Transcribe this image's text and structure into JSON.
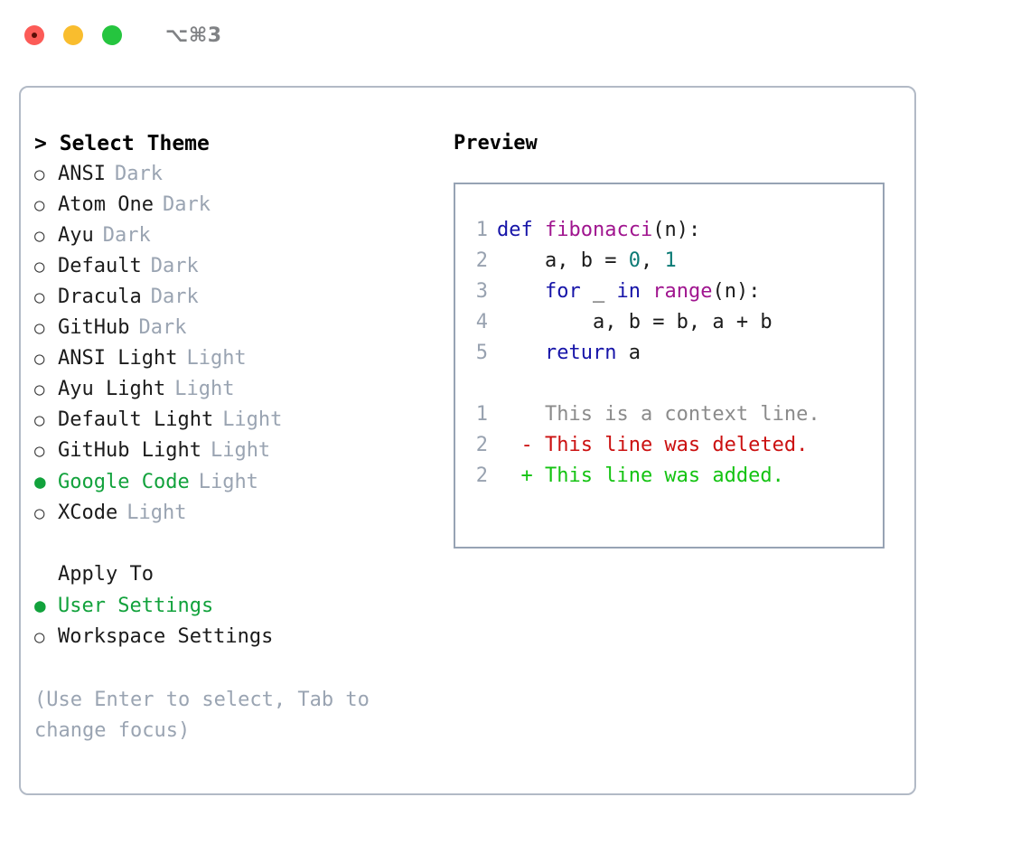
{
  "window": {
    "title": "⌥⌘3",
    "traffic_lights": [
      {
        "name": "close",
        "color": "#fc5b57"
      },
      {
        "name": "minimize",
        "color": "#f9bd2e"
      },
      {
        "name": "maximize",
        "color": "#25c53f"
      }
    ]
  },
  "theme_list": {
    "header": "> Select Theme",
    "selected_color": "#12a23c",
    "items": [
      {
        "label": "ANSI",
        "tag": "Dark",
        "selected": false,
        "bullet": "○"
      },
      {
        "label": "Atom One",
        "tag": "Dark",
        "selected": false,
        "bullet": "○"
      },
      {
        "label": "Ayu",
        "tag": "Dark",
        "selected": false,
        "bullet": "○"
      },
      {
        "label": "Default",
        "tag": "Dark",
        "selected": false,
        "bullet": "○"
      },
      {
        "label": "Dracula",
        "tag": "Dark",
        "selected": false,
        "bullet": "○"
      },
      {
        "label": "GitHub",
        "tag": "Dark",
        "selected": false,
        "bullet": "○"
      },
      {
        "label": "ANSI Light",
        "tag": "Light",
        "selected": false,
        "bullet": "○"
      },
      {
        "label": "Ayu Light",
        "tag": "Light",
        "selected": false,
        "bullet": "○"
      },
      {
        "label": "Default Light",
        "tag": "Light",
        "selected": false,
        "bullet": "○"
      },
      {
        "label": "GitHub Light",
        "tag": "Light",
        "selected": false,
        "bullet": "○"
      },
      {
        "label": "Google Code",
        "tag": "Light",
        "selected": true,
        "bullet": "●"
      },
      {
        "label": "XCode",
        "tag": "Light",
        "selected": false,
        "bullet": "○"
      }
    ]
  },
  "apply_to": {
    "header": "Apply To",
    "items": [
      {
        "label": "User Settings",
        "selected": true,
        "bullet": "●"
      },
      {
        "label": "Workspace Settings",
        "selected": false,
        "bullet": "○"
      }
    ]
  },
  "hint": "(Use Enter to select, Tab to change focus)",
  "preview": {
    "title": "Preview",
    "code_lines": [
      {
        "num": "1",
        "indent": "",
        "tokens": [
          {
            "t": "def",
            "c": "kw"
          },
          {
            "t": " ",
            "c": "pl"
          },
          {
            "t": "fibonacci",
            "c": "fn"
          },
          {
            "t": "(n):",
            "c": "pl"
          }
        ]
      },
      {
        "num": "2",
        "indent": "    ",
        "tokens": [
          {
            "t": "a, b = ",
            "c": "pl"
          },
          {
            "t": "0",
            "c": "num"
          },
          {
            "t": ", ",
            "c": "pl"
          },
          {
            "t": "1",
            "c": "num"
          }
        ]
      },
      {
        "num": "3",
        "indent": "    ",
        "tokens": [
          {
            "t": "for",
            "c": "kw"
          },
          {
            "t": " _ ",
            "c": "pl"
          },
          {
            "t": "in",
            "c": "kw"
          },
          {
            "t": " ",
            "c": "pl"
          },
          {
            "t": "range",
            "c": "fn"
          },
          {
            "t": "(n):",
            "c": "pl"
          }
        ]
      },
      {
        "num": "4",
        "indent": "        ",
        "tokens": [
          {
            "t": "a, b = b, a + b",
            "c": "pl"
          }
        ]
      },
      {
        "num": "5",
        "indent": "    ",
        "tokens": [
          {
            "t": "return",
            "c": "kw"
          },
          {
            "t": " a",
            "c": "pl"
          }
        ]
      }
    ],
    "diff_lines": [
      {
        "num": "1",
        "marker": "  ",
        "text": "This is a context line.",
        "kind": "ctx"
      },
      {
        "num": "2",
        "marker": "- ",
        "text": "This line was deleted.",
        "kind": "del"
      },
      {
        "num": "2",
        "marker": "+ ",
        "text": "This line was added.",
        "kind": "add"
      }
    ],
    "colors": {
      "keyword": "#1614a8",
      "function": "#a0158f",
      "number": "#0b7a75",
      "plain": "#1b1b1b",
      "line_number": "#98a2b0",
      "diff_context": "#8b8b8b",
      "diff_deleted": "#cb1010",
      "diff_added": "#14c312"
    }
  }
}
